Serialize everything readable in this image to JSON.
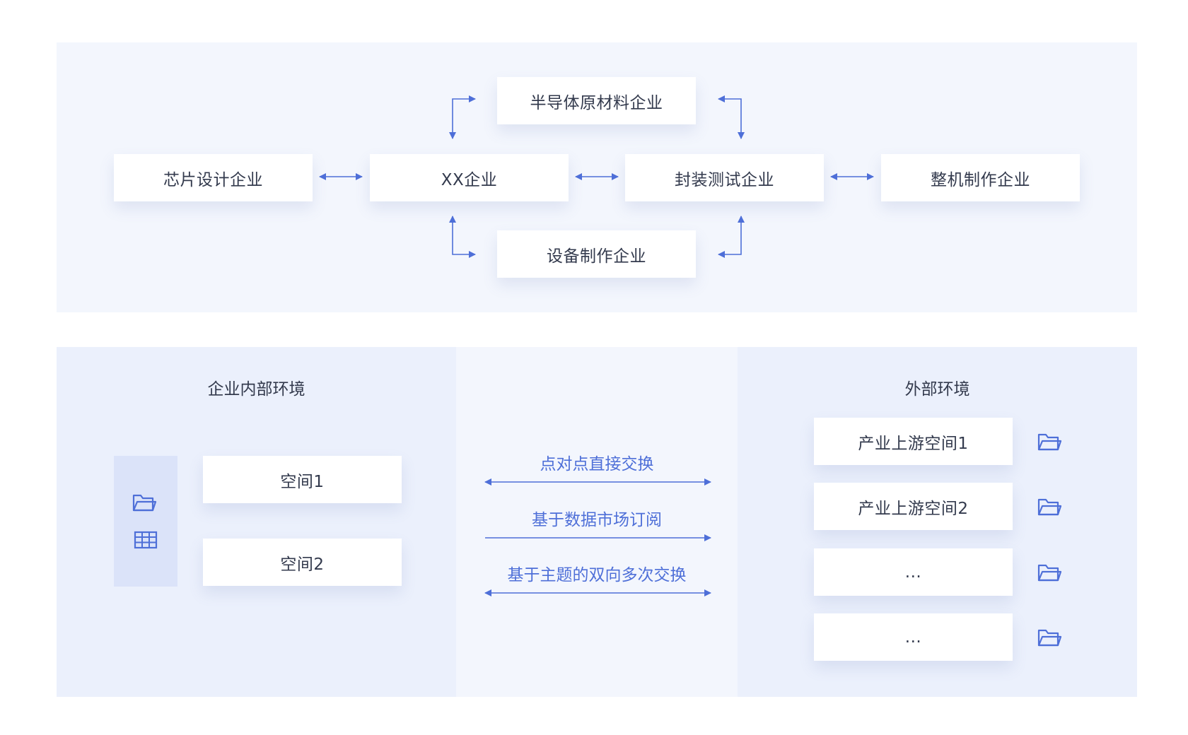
{
  "top": {
    "raw_material": "半导体原材料企业",
    "chip_design": "芯片设计企业",
    "xx": "XX企业",
    "packaging": "封装测试企业",
    "whole_machine": "整机制作企业",
    "equipment": "设备制作企业"
  },
  "internal": {
    "title": "企业内部环境",
    "space1": "空间1",
    "space2": "空间2"
  },
  "exchange": {
    "p2p": "点对点直接交换",
    "subscribe": "基于数据市场订阅",
    "topic": "基于主题的双向多次交换"
  },
  "external": {
    "title": "外部环境",
    "items": [
      "产业上游空间1",
      "产业上游空间2",
      "...",
      "..."
    ]
  },
  "colors": {
    "accent": "#4e6fd8",
    "panel_light": "#f3f6fd",
    "panel_mid": "#ebf0fc",
    "strip": "#dbe3f9",
    "text": "#333a4d"
  },
  "icons": [
    "folder-icon",
    "table-icon"
  ]
}
